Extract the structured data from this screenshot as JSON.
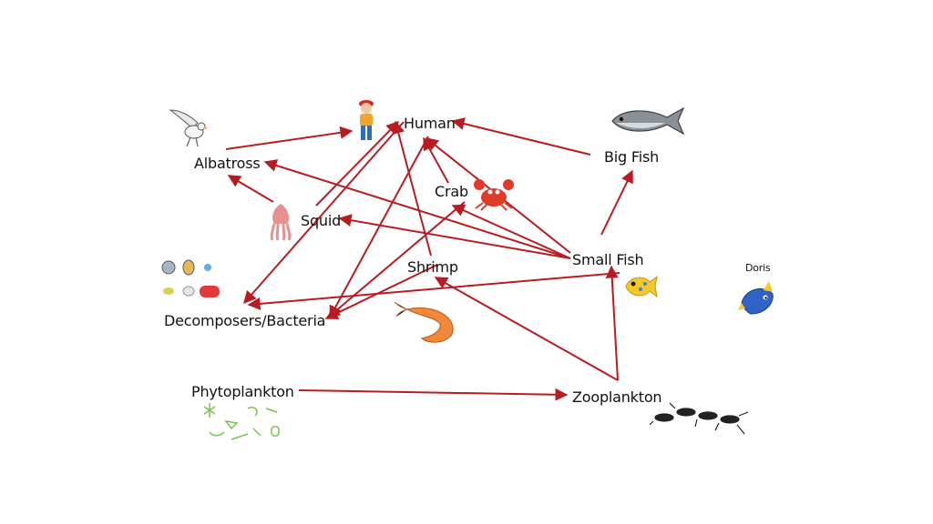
{
  "food_web": {
    "organisms": {
      "human": "Human",
      "albatross": "Albatross",
      "big_fish": "Big Fish",
      "crab": "Crab",
      "squid": "Squid",
      "small_fish": "Small Fish",
      "shrimp": "Shrimp",
      "decomposers": "Decomposers/Bacteria",
      "phytoplankton": "Phytoplankton",
      "zooplankton": "Zooplankton",
      "doris": "Doris"
    },
    "arrows": [
      {
        "from": "albatross",
        "to": "human"
      },
      {
        "from": "big_fish",
        "to": "human"
      },
      {
        "from": "squid",
        "to": "human"
      },
      {
        "from": "crab",
        "to": "human"
      },
      {
        "from": "shrimp",
        "to": "human"
      },
      {
        "from": "small_fish",
        "to": "human"
      },
      {
        "from": "small_fish",
        "to": "big_fish"
      },
      {
        "from": "small_fish",
        "to": "albatross"
      },
      {
        "from": "small_fish",
        "to": "squid"
      },
      {
        "from": "small_fish",
        "to": "crab"
      },
      {
        "from": "squid",
        "to": "albatross"
      },
      {
        "from": "small_fish",
        "to": "decomposers"
      },
      {
        "from": "human",
        "to": "decomposers"
      },
      {
        "from": "human",
        "to": "decomposers"
      },
      {
        "from": "crab",
        "to": "decomposers"
      },
      {
        "from": "shrimp",
        "to": "decomposers"
      },
      {
        "from": "zooplankton",
        "to": "small_fish"
      },
      {
        "from": "zooplankton",
        "to": "shrimp"
      },
      {
        "from": "phytoplankton",
        "to": "zooplankton"
      }
    ],
    "colors": {
      "arrow": "#b81c22",
      "text": "#111111"
    },
    "icons": [
      "person-icon",
      "albatross-icon",
      "tuna-icon",
      "crab-icon",
      "squid-icon",
      "yellow-fish-icon",
      "shrimp-icon",
      "bacteria-icon",
      "phytoplankton-icon",
      "zooplankton-icon",
      "blue-tang-fish-icon"
    ]
  }
}
